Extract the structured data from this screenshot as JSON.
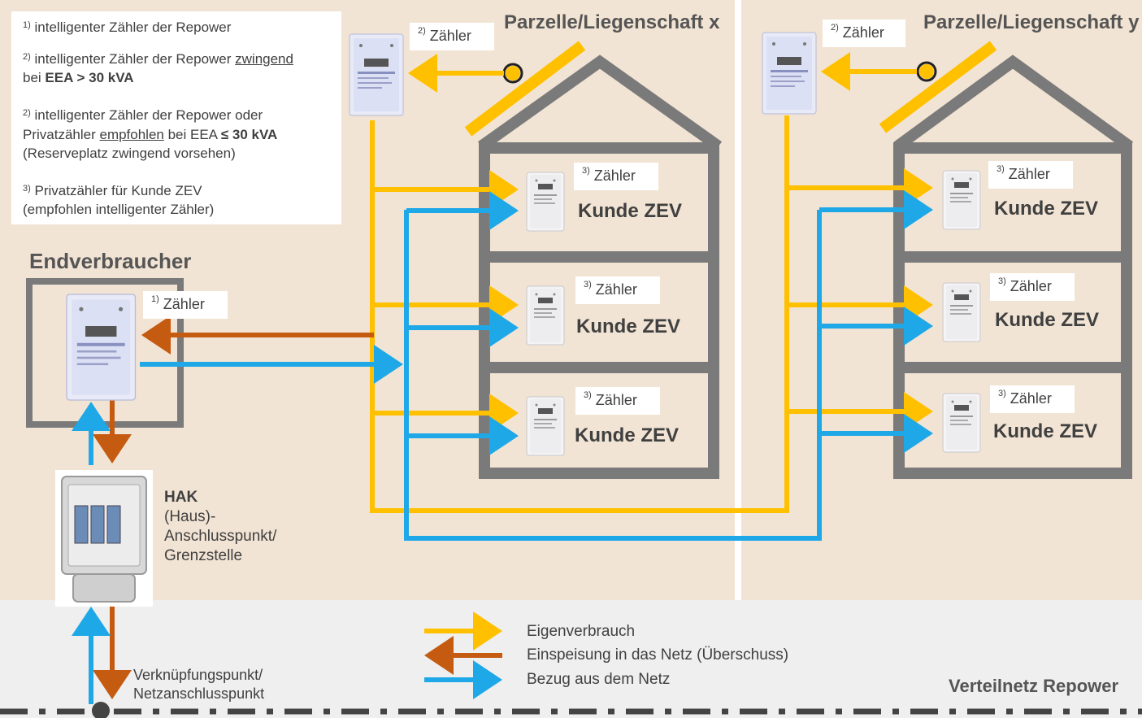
{
  "notes": {
    "n1": {
      "sup": "1)",
      "text": "intelligenter Zähler der Repower"
    },
    "n2a": {
      "sup": "2)",
      "text": "intelligenter Zähler der Repower ",
      "emph": "zwingend"
    },
    "n2a_line2": {
      "pre": "bei ",
      "bold": "EEA > 30 kVA"
    },
    "n2b": {
      "sup": "2)",
      "text": "intelligenter Zähler der Repower oder"
    },
    "n2b_line2": {
      "pre": "Privatzähler ",
      "emph": "empfohlen",
      "mid": " bei EEA ",
      "bold": "≤ 30 kVA"
    },
    "n2b_line3": "(Reserveplatz zwingend vorsehen)",
    "n3": {
      "sup": "3)",
      "text": "Privatzähler für Kunde ZEV"
    },
    "n3_line2": "(empfohlen intelligenter Zähler)"
  },
  "titles": {
    "parcel_x": "Parzelle/Liegenschaft x",
    "parcel_y": "Parzelle/Liegenschaft y",
    "endverbraucher": "Endverbraucher",
    "verteilnetz": "Verteilnetz Repower"
  },
  "meter_labels": {
    "main": {
      "sup": "1)",
      "text": "Zähler"
    },
    "parcel": {
      "sup": "2)",
      "text": "Zähler"
    },
    "unit": {
      "sup": "3)",
      "text": "Zähler"
    }
  },
  "unit_name": "Kunde ZEV",
  "hak": {
    "title": "HAK",
    "line1": "(Haus)-",
    "line2": "Anschlusspunkt/",
    "line3": "Grenzstelle"
  },
  "connection_point": {
    "line1": "Verknüpfungspunkt/",
    "line2": "Netzanschlusspunkt"
  },
  "legend": [
    {
      "label": "Eigenverbrauch",
      "color": "#FFC000",
      "direction": "right"
    },
    {
      "label": "Einspeisung in das Netz (Überschuss)",
      "color": "#C55A11",
      "direction": "left"
    },
    {
      "label": "Bezug aus dem Netz",
      "color": "#1EA8E8",
      "direction": "right"
    }
  ],
  "colors": {
    "background": "#F2E4D4",
    "grid_band": "#EFEFEF",
    "house_outline": "#7A7A7A",
    "solar": "#FFC000",
    "feed_in": "#C55A11",
    "grid_supply": "#1EA8E8"
  }
}
